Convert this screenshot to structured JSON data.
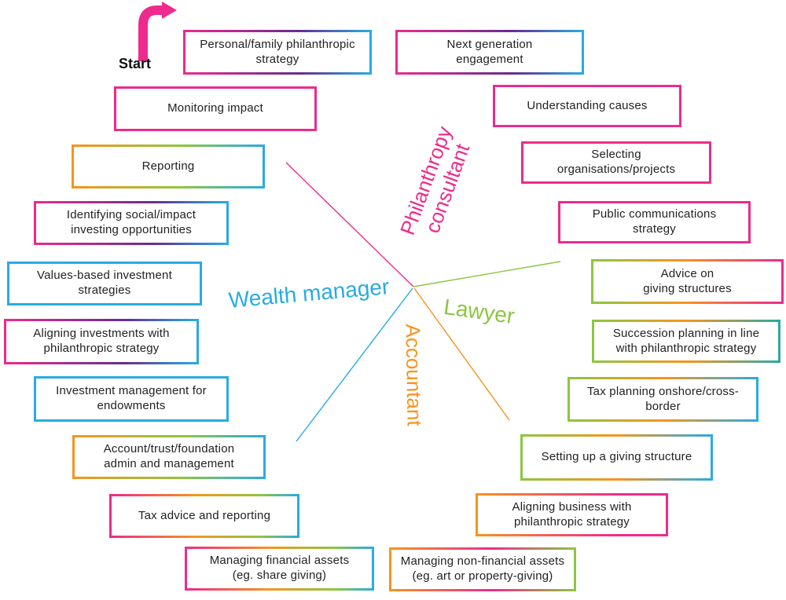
{
  "palette": {
    "pink": "#EE2A8C",
    "purple": "#662D91",
    "blue": "#29ABE2",
    "orange": "#F7941D",
    "green": "#8CC63F",
    "teal": "#2BAA9E",
    "text": "#222222"
  },
  "start": {
    "label": "Start",
    "arrow_color": "#EE2A8C"
  },
  "roles": [
    {
      "id": "philanthropy-consultant",
      "label": "Philanthropy\nconsultant",
      "color": "#EE2A8C"
    },
    {
      "id": "wealth-manager",
      "label": "Wealth manager",
      "color": "#29ABE2"
    },
    {
      "id": "lawyer",
      "label": "Lawyer",
      "color": "#8CC63F"
    },
    {
      "id": "accountant",
      "label": "Accountant",
      "color": "#F7941D"
    }
  ],
  "boxes": [
    {
      "id": "personal-family-philanthropic-strategy",
      "label": "Personal/family philanthropic\nstrategy",
      "border_colors": [
        "#EE2A8C",
        "#662D91",
        "#29ABE2"
      ]
    },
    {
      "id": "next-generation-engagement",
      "label": "Next generation\nengagement",
      "border_colors": [
        "#EE2A8C",
        "#662D91",
        "#29ABE2"
      ]
    },
    {
      "id": "understanding-causes",
      "label": "Understanding causes",
      "border_colors": [
        "#EE2A8C"
      ]
    },
    {
      "id": "selecting-organisations-projects",
      "label": "Selecting\norganisations/projects",
      "border_colors": [
        "#EE2A8C"
      ]
    },
    {
      "id": "public-communications-strategy",
      "label": "Public communications\nstrategy",
      "border_colors": [
        "#EE2A8C"
      ]
    },
    {
      "id": "advice-on-giving-structures",
      "label": "Advice on\ngiving structures",
      "border_colors": [
        "#8CC63F",
        "#F7941D",
        "#EE2A8C"
      ]
    },
    {
      "id": "succession-planning",
      "label": "Succession planning in line\nwith philanthropic strategy",
      "border_colors": [
        "#8CC63F",
        "#F7941D",
        "#2BAA9E"
      ]
    },
    {
      "id": "tax-planning-onshore-cross-border",
      "label": "Tax planning onshore/cross-\nborder",
      "border_colors": [
        "#8CC63F",
        "#F7941D",
        "#29ABE2"
      ]
    },
    {
      "id": "setting-up-a-giving-structure",
      "label": "Setting up a giving structure",
      "border_colors": [
        "#8CC63F",
        "#F7941D",
        "#29ABE2"
      ]
    },
    {
      "id": "aligning-business-with-philanthropic-strategy",
      "label": "Aligning business with\nphilanthropic strategy",
      "border_colors": [
        "#F7941D",
        "#EE2A8C"
      ]
    },
    {
      "id": "managing-non-financial-assets",
      "label": "Managing non-financial assets\n(eg. art or property-giving)",
      "border_colors": [
        "#F7941D",
        "#EE2A8C",
        "#8CC63F"
      ]
    },
    {
      "id": "managing-financial-assets",
      "label": "Managing financial assets\n(eg. share giving)",
      "border_colors": [
        "#EE2A8C",
        "#F7941D",
        "#8CC63F",
        "#29ABE2"
      ]
    },
    {
      "id": "tax-advice-and-reporting",
      "label": "Tax advice and reporting",
      "border_colors": [
        "#EE2A8C",
        "#F7941D",
        "#8CC63F",
        "#29ABE2"
      ]
    },
    {
      "id": "account-trust-foundation-admin",
      "label": "Account/trust/foundation\nadmin and management",
      "border_colors": [
        "#F7941D",
        "#8CC63F",
        "#29ABE2"
      ]
    },
    {
      "id": "investment-management-for-endowments",
      "label": "Investment management for\nendowments",
      "border_colors": [
        "#29ABE2"
      ]
    },
    {
      "id": "aligning-investments-with-philanthropic-strategy",
      "label": "Aligning investments with\nphilanthropic strategy",
      "border_colors": [
        "#EE2A8C",
        "#662D91",
        "#29ABE2"
      ]
    },
    {
      "id": "values-based-investment-strategies",
      "label": "Values-based investment\nstrategies",
      "border_colors": [
        "#29ABE2"
      ]
    },
    {
      "id": "identifying-social-impact-investing",
      "label": "Identifying social/impact\ninvesting opportunities",
      "border_colors": [
        "#EE2A8C",
        "#662D91",
        "#29ABE2"
      ]
    },
    {
      "id": "reporting",
      "label": "Reporting",
      "border_colors": [
        "#F7941D",
        "#8CC63F",
        "#29ABE2"
      ]
    },
    {
      "id": "monitoring-impact",
      "label": "Monitoring impact",
      "border_colors": [
        "#EE2A8C"
      ]
    }
  ]
}
